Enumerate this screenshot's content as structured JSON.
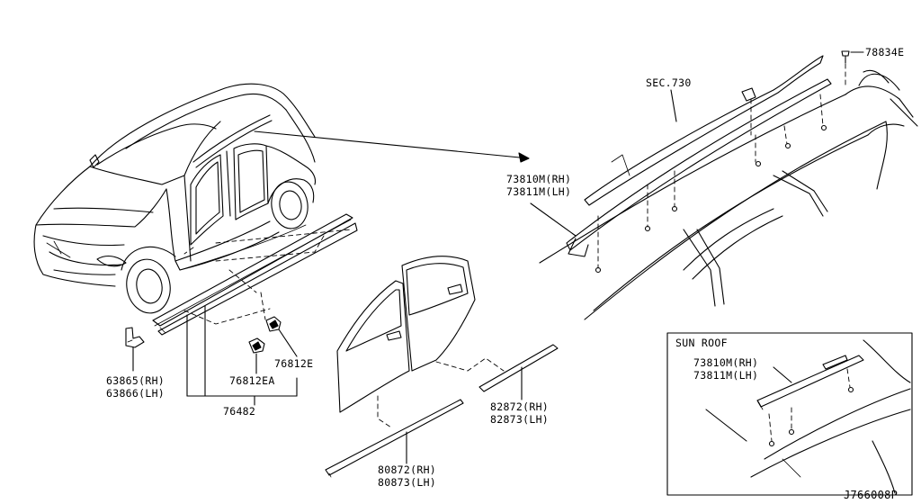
{
  "parts": {
    "p63865": "63865(RH)",
    "p63866": "63866(LH)",
    "p76812ea": "76812EA",
    "p76812e": "76812E",
    "p76482": "76482",
    "p80872": "80872(RH)",
    "p80873": "80873(LH)",
    "p82872": "82872(RH)",
    "p82873": "82873(LH)",
    "sec730": "SEC.730",
    "p73810m": "73810M(RH)",
    "p73811m": "73811M(LH)",
    "p78834e": "78834E"
  },
  "sunroof": {
    "title": "SUN ROOF",
    "p73810m": "73810M(RH)",
    "p73811m": "73811M(LH)"
  },
  "diagram_code": "J766008P"
}
